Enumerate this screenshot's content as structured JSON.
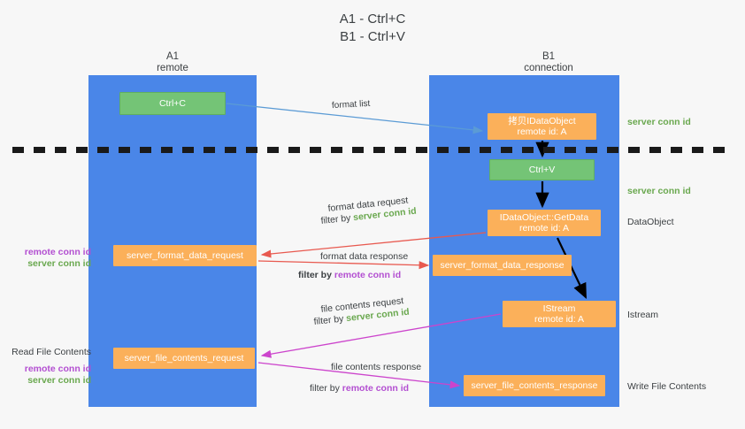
{
  "title": {
    "line1": "A1 - Ctrl+C",
    "line2": "B1 - Ctrl+V"
  },
  "columns": {
    "a1": {
      "name": "A1",
      "role": "remote"
    },
    "b1": {
      "name": "B1",
      "role": "connection"
    }
  },
  "colors": {
    "lane": "#4a86e8",
    "green_box": "#74c476",
    "orange_box": "#fbb05a",
    "server_conn_text": "#6aa84f",
    "remote_conn_text": "#b34fd1",
    "arrow_blue": "#5b9bd5",
    "arrow_red": "#e8594f",
    "arrow_magenta": "#cc44cc",
    "arrow_black": "#000000",
    "background": "#f7f7f7"
  },
  "boxes": {
    "ctrl_c": "Ctrl+C",
    "idataobject": "拷贝IDataObject\nremote id: A",
    "ctrl_v": "Ctrl+V",
    "getdata": "IDataObject::GetData\nremote id: A",
    "istream": "IStream\nremote id: A",
    "server_format_data_request": "server_format_data_request",
    "server_format_data_response": "server_format_data_response",
    "server_file_contents_request": "server_file_contents_request",
    "server_file_contents_response": "server_file_contents_response"
  },
  "labels": {
    "format_list": "format list",
    "server_conn_id": "server conn id",
    "remote_conn_id": "remote conn id",
    "dataobject": "DataObject",
    "istream": "Istream",
    "write_file_contents": "Write File Contents",
    "read_file_contents": "Read File Contents",
    "format_data_request": "format data request",
    "format_data_response": "format data response",
    "file_contents_request": "file contents request",
    "file_contents_response": "file contents response",
    "filter_by": "filter by"
  },
  "chart_data": {
    "type": "diagram",
    "title": "A1 - Ctrl+C / B1 - Ctrl+V",
    "lanes": [
      "A1 remote",
      "B1 connection"
    ],
    "messages": [
      {
        "label": "format list",
        "from": "A1",
        "to": "B1",
        "color": "#5b9bd5"
      },
      {
        "label": "format data request",
        "filter": "server conn id",
        "from": "B1",
        "to": "A1",
        "color": "#e8594f"
      },
      {
        "label": "format data response",
        "filter": "remote conn id",
        "from": "A1",
        "to": "B1",
        "color": "#e8594f"
      },
      {
        "label": "file contents request",
        "filter": "server conn id",
        "from": "B1",
        "to": "A1",
        "color": "#cc44cc"
      },
      {
        "label": "file contents response",
        "filter": "remote conn id",
        "from": "A1",
        "to": "B1",
        "color": "#cc44cc"
      }
    ]
  }
}
